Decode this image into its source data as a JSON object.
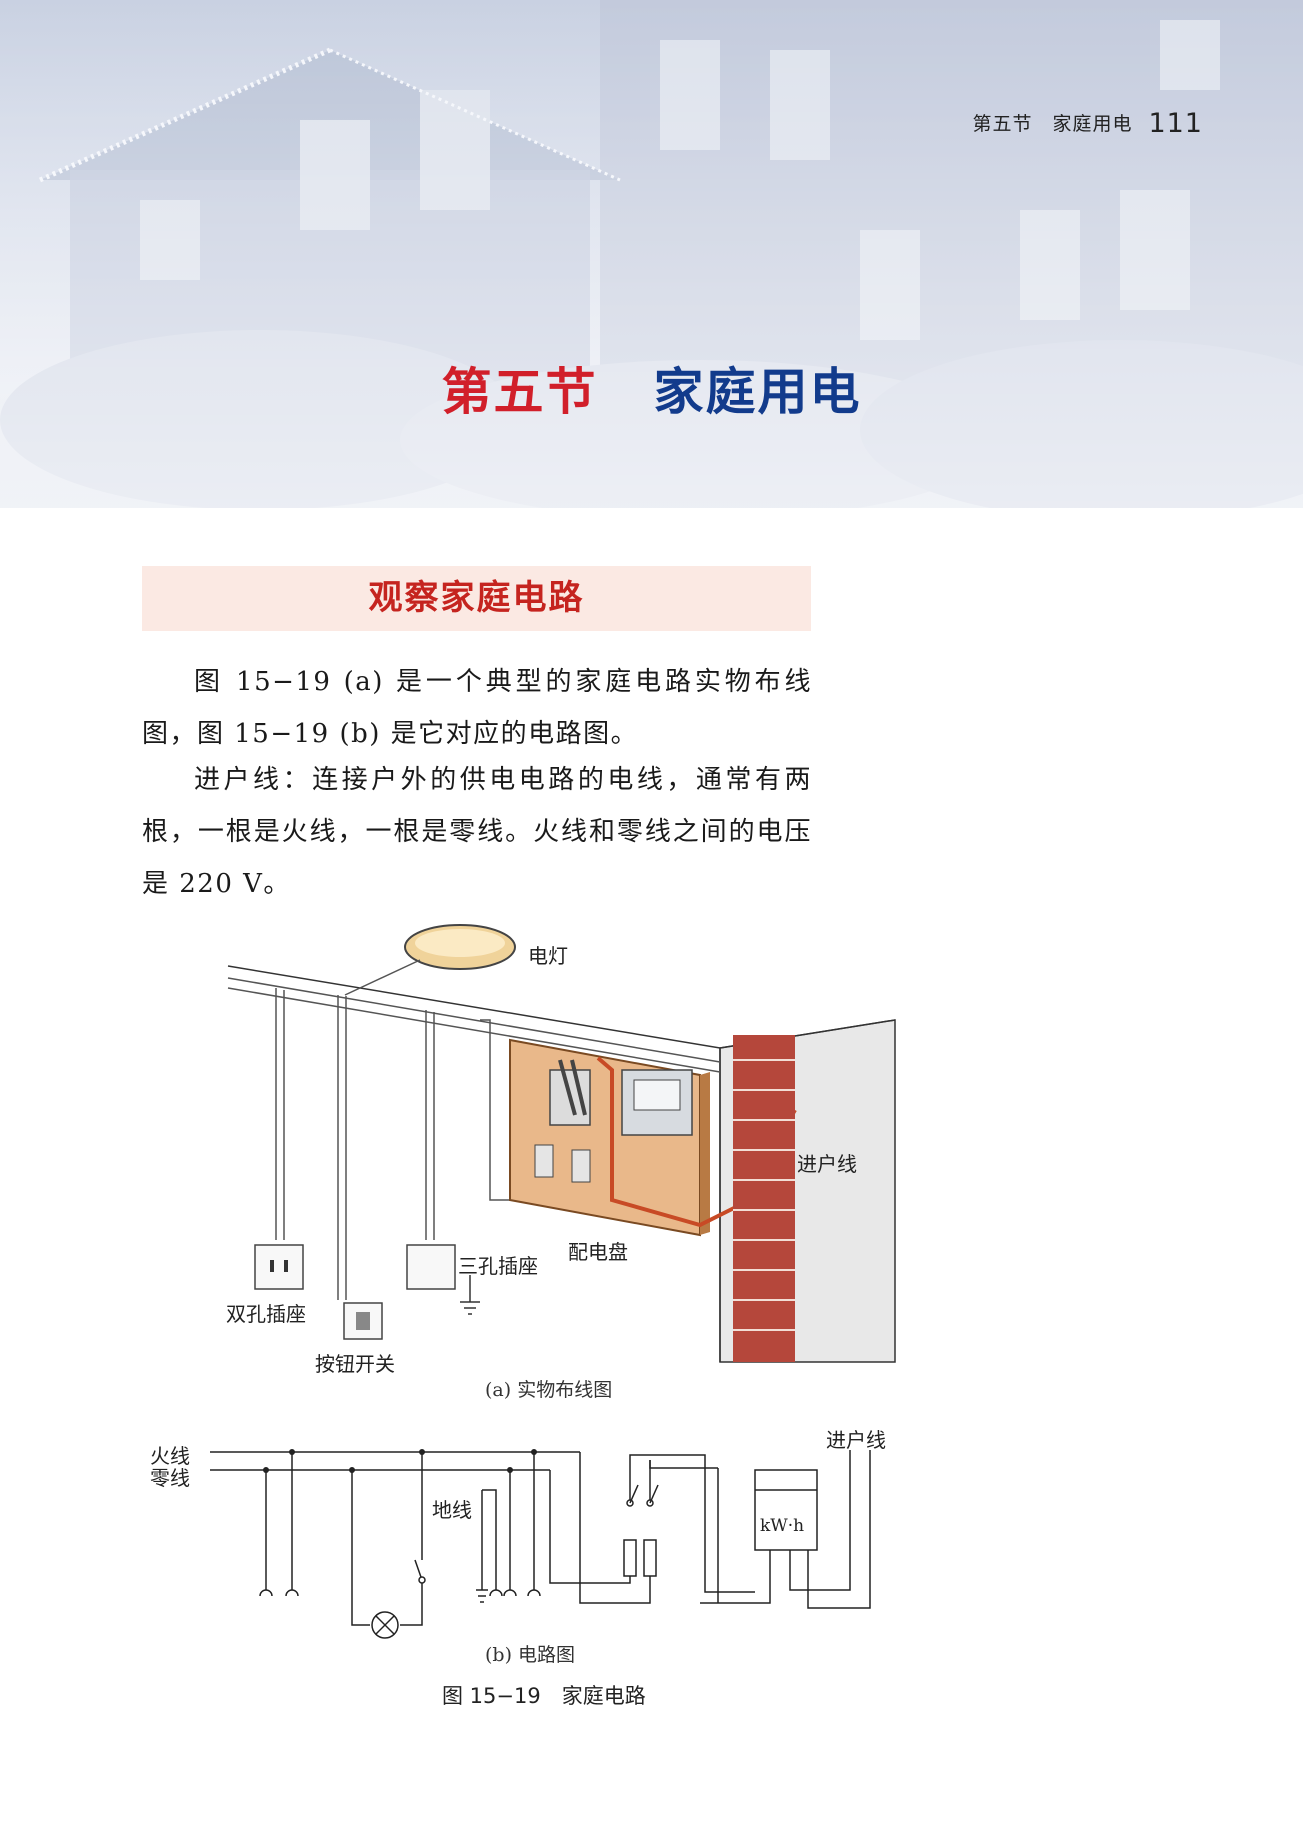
{
  "header": {
    "running_title": "第五节　家庭用电",
    "page_number": "111"
  },
  "chapter": {
    "number": "第五节",
    "title": "家庭用电"
  },
  "section": {
    "heading": "观察家庭电路"
  },
  "paragraphs": [
    "图 15−19 (a) 是一个典型的家庭电路实物布线图，图 15−19 (b) 是它对应的电路图。",
    "进户线：连接户外的供电电路的电线，通常有两根，一根是火线，一根是零线。火线和零线之间的电压是 220 V。"
  ],
  "figure_a": {
    "labels": {
      "lamp": "电灯",
      "panel": "配电盘",
      "service_line": "进户线",
      "two_hole_socket": "双孔插座",
      "three_hole_socket": "三孔插座",
      "push_switch": "按钮开关"
    },
    "caption": "(a) 实物布线图"
  },
  "figure_b": {
    "labels": {
      "live": "火线",
      "neutral": "零线",
      "ground": "地线",
      "service_line": "进户线",
      "meter": "kW·h"
    },
    "caption": "(b) 电路图"
  },
  "figure_caption": "图 15−19　家庭电路",
  "colors": {
    "title_red": "#d11f2a",
    "title_blue": "#123b8c",
    "section_bg": "#fbe9e3",
    "brick": "#b5473b",
    "board": "#e9b88a"
  }
}
